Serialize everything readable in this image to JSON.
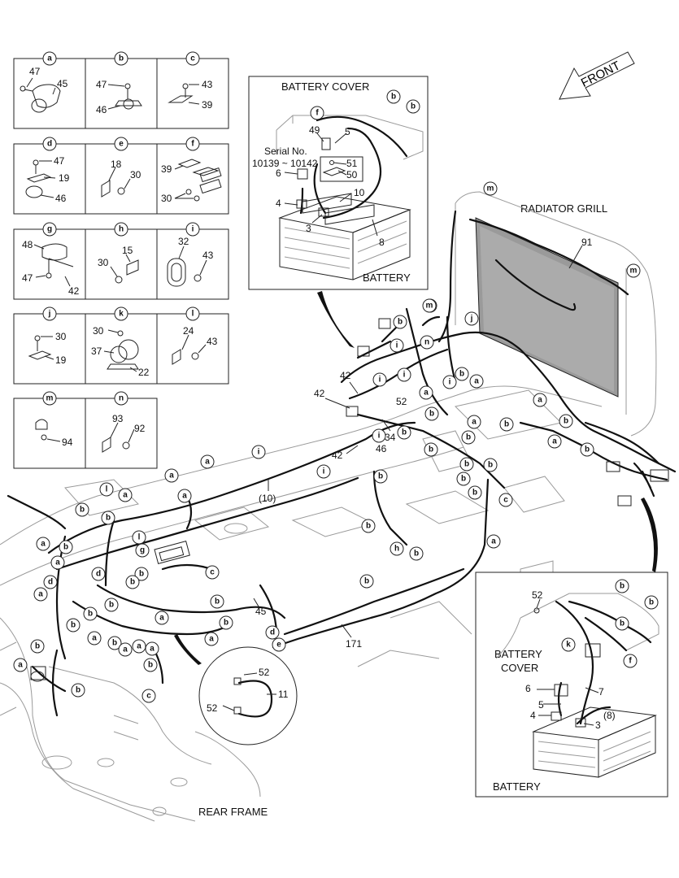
{
  "labels": {
    "battery_cover_title": "BATTERY COVER",
    "battery_label": "BATTERY",
    "serial_no": "Serial No.",
    "serial_range": "10139 ~ 10142",
    "radiator_grill": "RADIATOR GRILL",
    "front": "FRONT",
    "rear_frame": "REAR FRAME",
    "battery_cover_br_1": "BATTERY",
    "battery_cover_br_2": "COVER",
    "battery_br": "BATTERY"
  },
  "detail_letters": [
    "a",
    "b",
    "c",
    "d",
    "e",
    "f",
    "g",
    "h",
    "i",
    "j",
    "k",
    "l",
    "m",
    "n"
  ],
  "detail_parts": {
    "a": [
      "47",
      "45"
    ],
    "b": [
      "47",
      "46"
    ],
    "c": [
      "43",
      "39"
    ],
    "d": [
      "47",
      "19",
      "46"
    ],
    "e": [
      "18",
      "30"
    ],
    "f": [
      "39",
      "30"
    ],
    "g": [
      "48",
      "47",
      "42"
    ],
    "h": [
      "30",
      "15"
    ],
    "i": [
      "32",
      "43"
    ],
    "j": [
      "30",
      "19"
    ],
    "k": [
      "30",
      "37",
      "22"
    ],
    "l": [
      "24",
      "43"
    ],
    "m": [
      "94"
    ],
    "n": [
      "93",
      "92"
    ]
  },
  "battery_cover_parts": [
    "49",
    "5",
    "6",
    "4",
    "3",
    "51",
    "50",
    "10",
    "8"
  ],
  "main_parts": [
    "91",
    "42",
    "42",
    "42",
    "34",
    "46",
    "52",
    "(10)",
    "45",
    "171",
    "52",
    "11",
    "52"
  ],
  "br_parts": [
    "52",
    "6",
    "5",
    "4",
    "7",
    "3",
    "(8)"
  ]
}
